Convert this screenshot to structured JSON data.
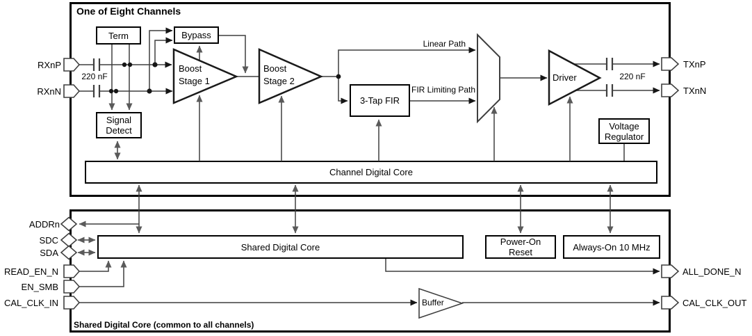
{
  "colors": {
    "background": "#ffffff",
    "box_border": "#000000",
    "wire": "#3f3f3f",
    "arrow_black": "#161616",
    "arrow_gray": "#5a5a5a"
  },
  "channel": {
    "title": "One of Eight Channels",
    "term": "Term",
    "bypass": "Bypass",
    "signal_detect": "Signal Detect",
    "boost_stage_1": "Boost Stage 1",
    "boost_stage_2": "Boost Stage 2",
    "fir": "3-Tap FIR",
    "driver": "Driver",
    "voltage_regulator": "Voltage Regulator",
    "digital_core": "Channel Digital Core",
    "cap_in": "220 nF",
    "cap_out": "220 nF",
    "linear_path": "Linear Path",
    "fir_path": "FIR Limiting Path"
  },
  "shared": {
    "digital_core": "Shared Digital Core",
    "power_on_reset": "Power-On Reset",
    "always_on": "Always-On 10 MHz",
    "buffer": "Buffer",
    "footer": "Shared Digital Core (common to all channels)"
  },
  "ports": {
    "rxnp": "RXnP",
    "rxnn": "RXnN",
    "txnp": "TXnP",
    "txnn": "TXnN",
    "addrn": "ADDRn",
    "sdc": "SDC",
    "sda": "SDA",
    "read_en_n": "READ_EN_N",
    "en_smb": "EN_SMB",
    "cal_clk_in": "CAL_CLK_IN",
    "all_done_n": "ALL_DONE_N",
    "cal_clk_out": "CAL_CLK_OUT"
  }
}
